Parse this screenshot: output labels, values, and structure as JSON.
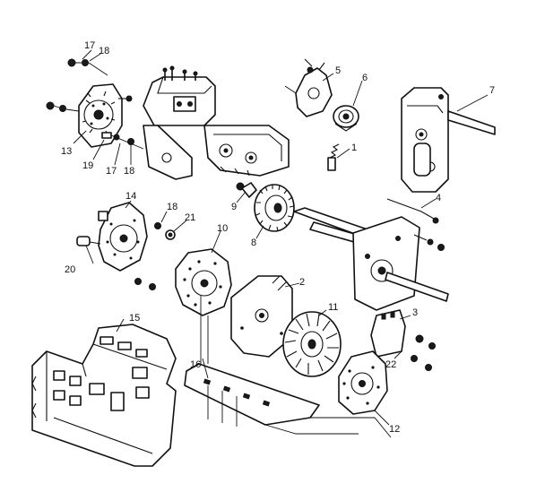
{
  "callouts": {
    "c1": "1",
    "c2": "2",
    "c3": "3",
    "c4": "4",
    "c5": "5",
    "c6": "6",
    "c7": "7",
    "c8": "8",
    "c9": "9",
    "c10": "10",
    "c11": "11",
    "c12": "12",
    "c13": "13",
    "c14": "14",
    "c15": "15",
    "c16": "16",
    "c17a": "17",
    "c17b": "17",
    "c18a": "18",
    "c18b": "18",
    "c18c": "18",
    "c19": "19",
    "c20": "20",
    "c21": "21",
    "c22": "22"
  }
}
